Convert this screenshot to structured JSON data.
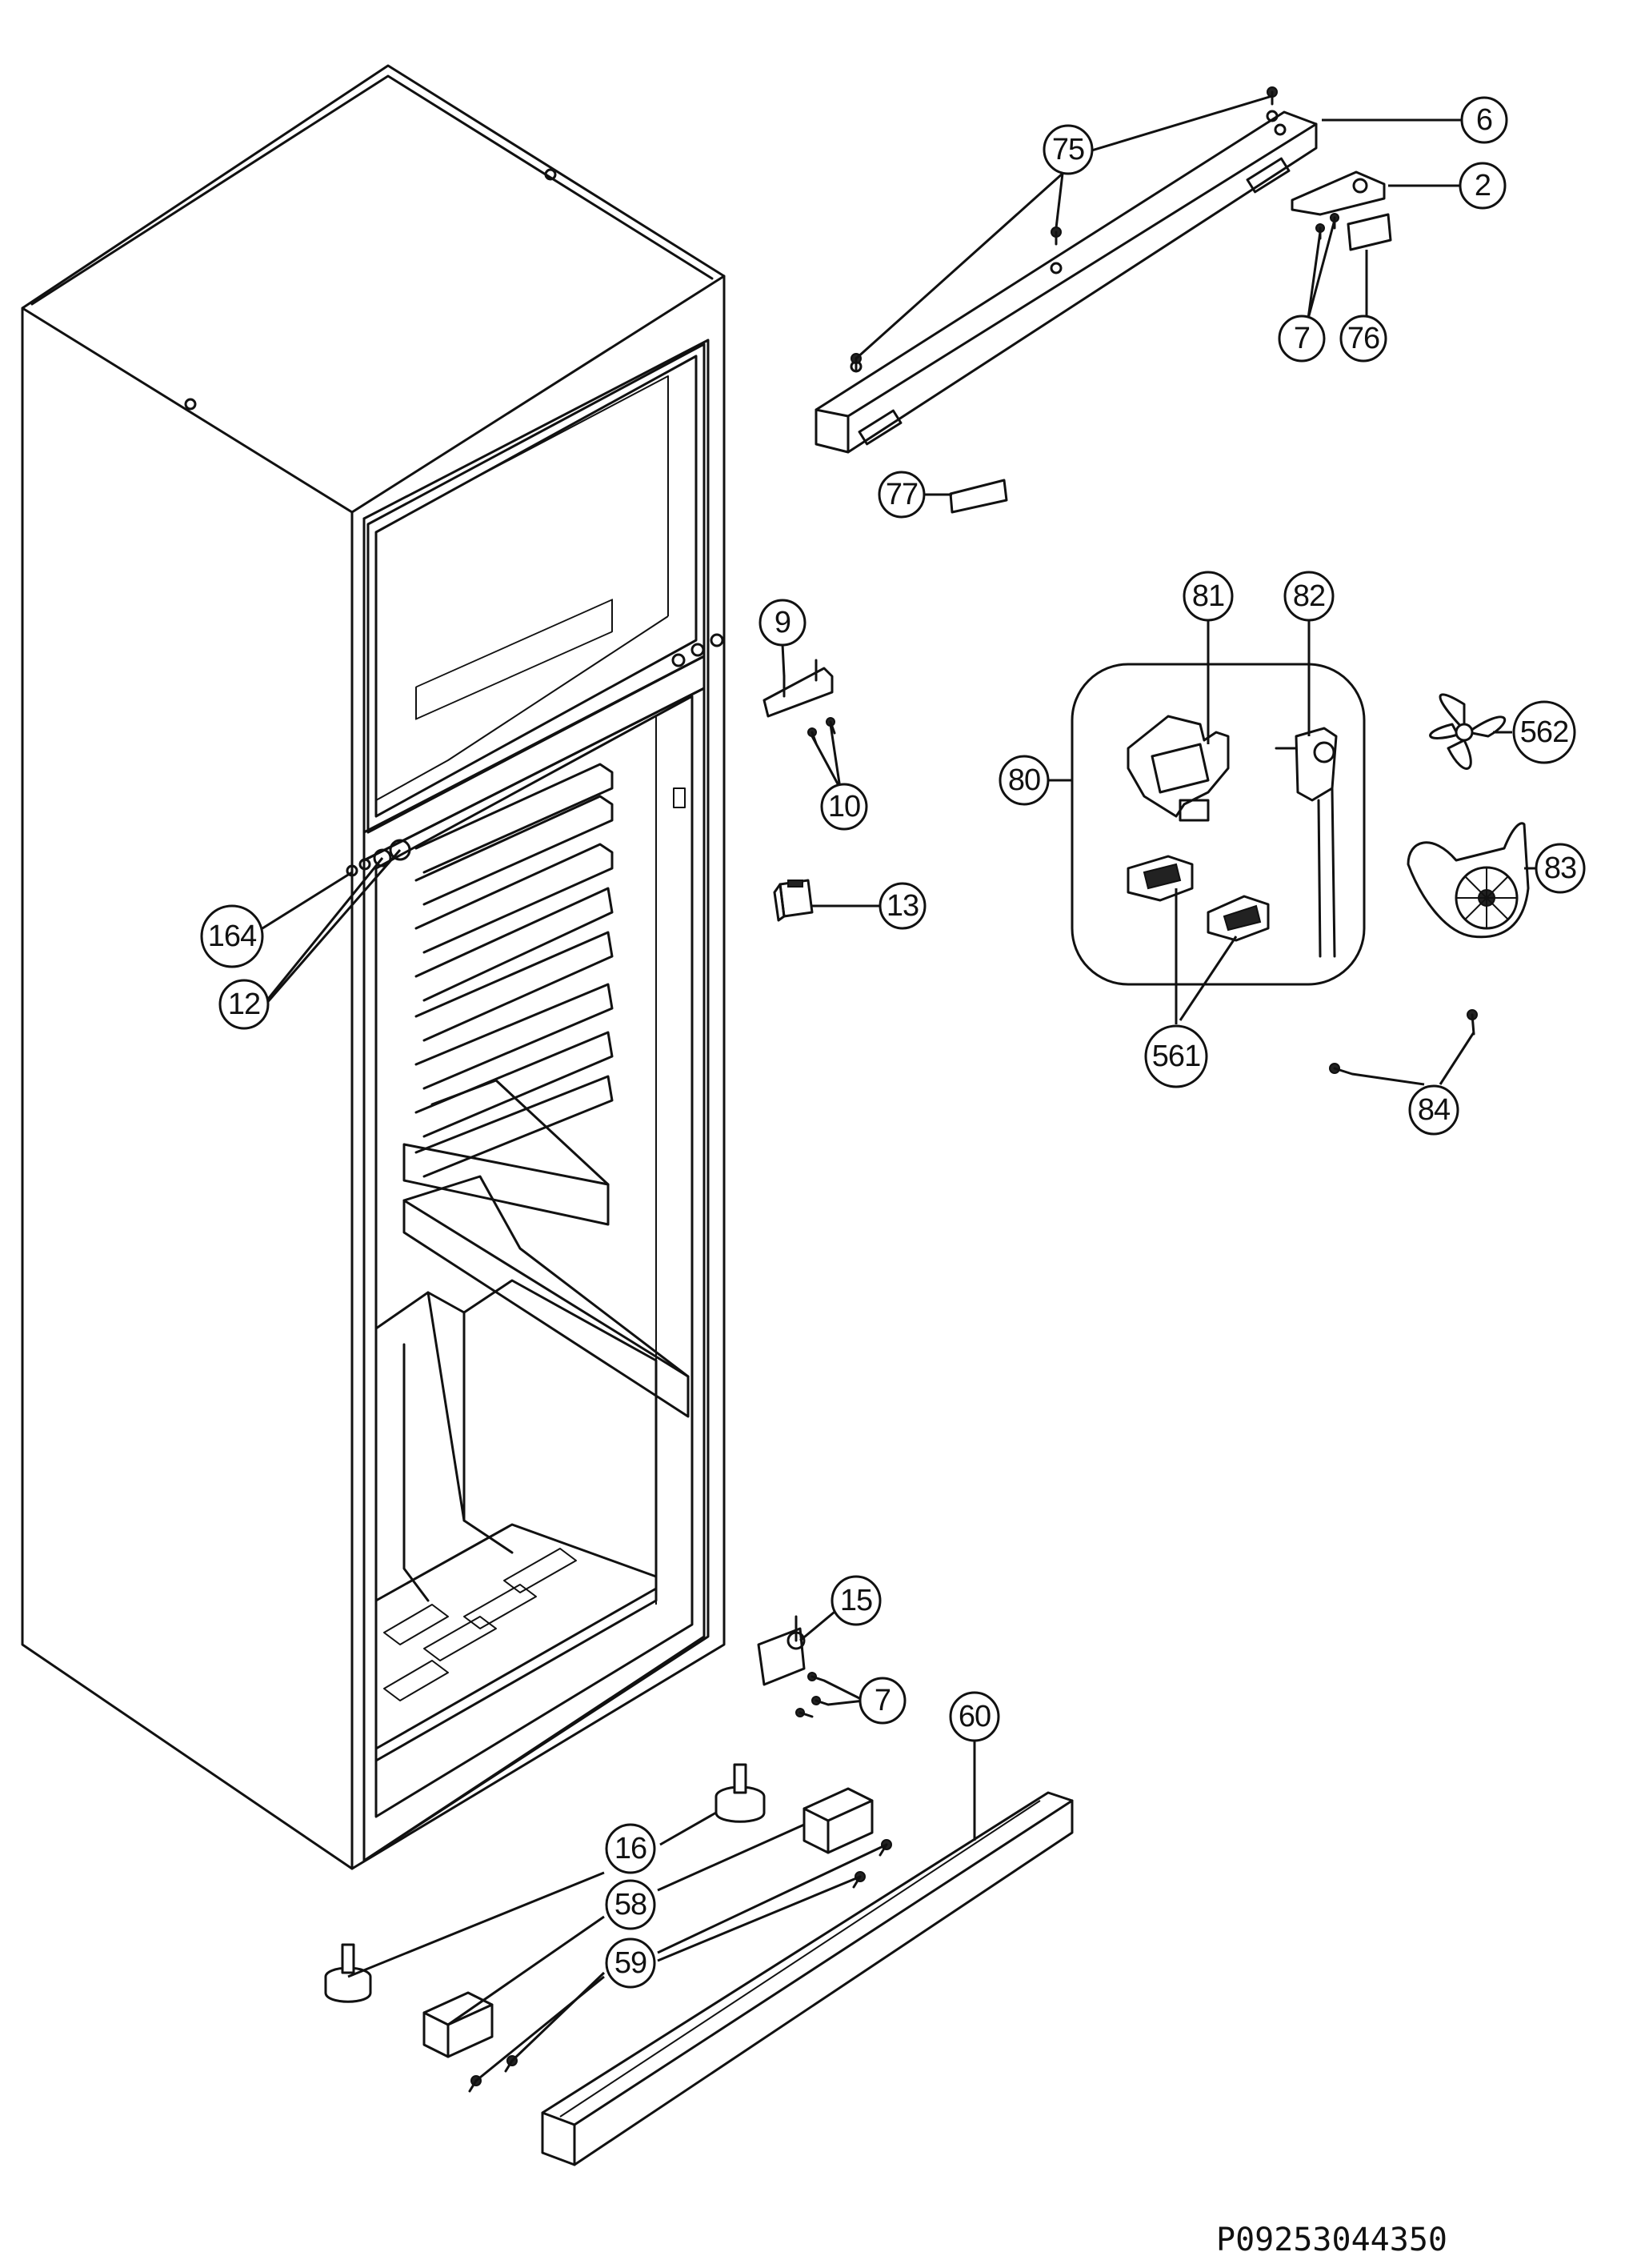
{
  "drawing_code": "P09253044350",
  "callouts": [
    {
      "id": "6",
      "label": "6"
    },
    {
      "id": "75",
      "label": "75"
    },
    {
      "id": "2",
      "label": "2"
    },
    {
      "id": "7a",
      "label": "7"
    },
    {
      "id": "76",
      "label": "76"
    },
    {
      "id": "77",
      "label": "77"
    },
    {
      "id": "9",
      "label": "9"
    },
    {
      "id": "10",
      "label": "10"
    },
    {
      "id": "13",
      "label": "13"
    },
    {
      "id": "81",
      "label": "81"
    },
    {
      "id": "82",
      "label": "82"
    },
    {
      "id": "80",
      "label": "80"
    },
    {
      "id": "562",
      "label": "562"
    },
    {
      "id": "83",
      "label": "83"
    },
    {
      "id": "561",
      "label": "561"
    },
    {
      "id": "84",
      "label": "84"
    },
    {
      "id": "164",
      "label": "164"
    },
    {
      "id": "12",
      "label": "12"
    },
    {
      "id": "15",
      "label": "15"
    },
    {
      "id": "7b",
      "label": "7"
    },
    {
      "id": "60",
      "label": "60"
    },
    {
      "id": "16",
      "label": "16"
    },
    {
      "id": "58",
      "label": "58"
    },
    {
      "id": "59",
      "label": "59"
    }
  ]
}
